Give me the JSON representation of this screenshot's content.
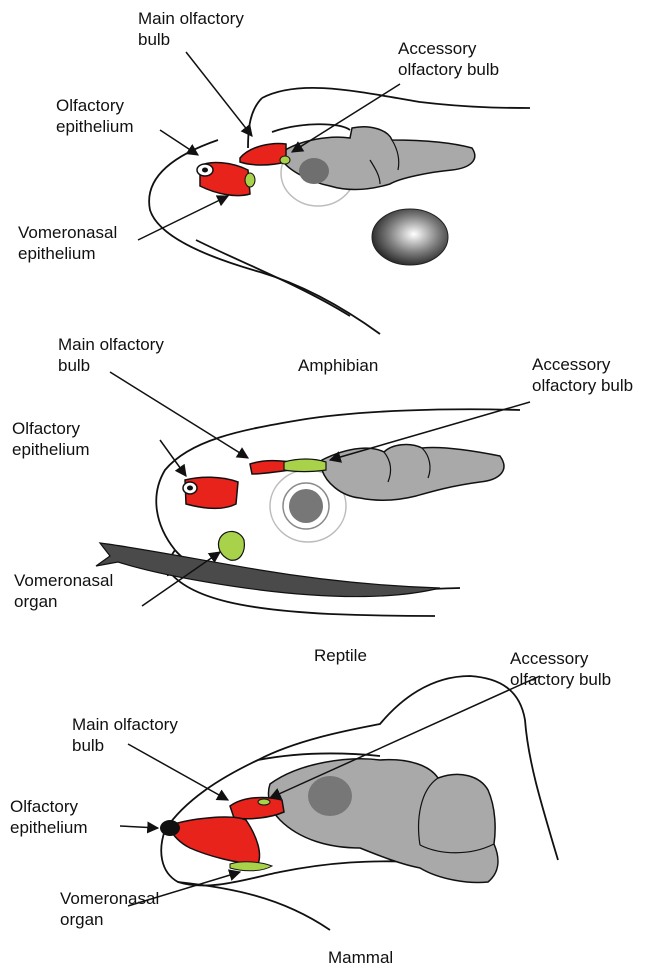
{
  "amphibian": {
    "caption": "Amphibian",
    "main_bulb": [
      "Main olfactory",
      "bulb"
    ],
    "accessory_bulb": [
      "Accessory",
      "olfactory bulb"
    ],
    "epithelium": [
      "Olfactory",
      "epithelium"
    ],
    "vomeronasal": [
      "Vomeronasal",
      "epithelium"
    ]
  },
  "reptile": {
    "caption": "Reptile",
    "main_bulb": [
      "Main olfactory",
      "bulb"
    ],
    "accessory_bulb": [
      "Accessory",
      "olfactory bulb"
    ],
    "epithelium": [
      "Olfactory",
      "epithelium"
    ],
    "vomeronasal": [
      "Vomeronasal",
      "organ"
    ]
  },
  "mammal": {
    "caption": "Mammal",
    "main_bulb": [
      "Main olfactory",
      "bulb"
    ],
    "accessory_bulb": [
      "Accessory",
      "olfactory bulb"
    ],
    "epithelium": [
      "Olfactory",
      "epithelium"
    ],
    "vomeronasal": [
      "Vomeronasal",
      "organ"
    ]
  },
  "colors": {
    "main_olfactory": "#e8231c",
    "accessory_vomeronasal": "#a7d24a",
    "brain": "#a9a9a9",
    "outline": "#111111"
  }
}
